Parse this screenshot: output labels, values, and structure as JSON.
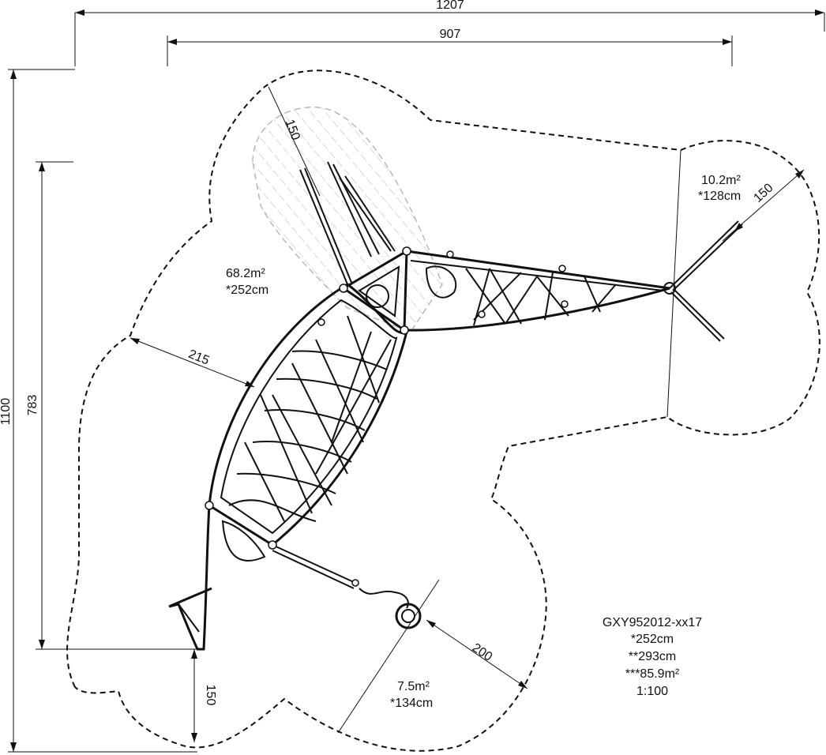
{
  "dimensions": {
    "overall_width": "1207",
    "inner_width": "907",
    "overall_height": "1100",
    "inner_height": "783",
    "left_bottom_clearance": "150",
    "top_clearance": "150",
    "right_clearance": "150",
    "left_clearance": "215",
    "bottom_clearance": "200"
  },
  "zones": {
    "main": {
      "area": "68.2m²",
      "height": "*252cm"
    },
    "right": {
      "area": "10.2m²",
      "height": "*128cm"
    },
    "bottom": {
      "area": "7.5m²",
      "height": "*134cm"
    }
  },
  "info": {
    "model": "GXY952012-xx17",
    "height1": "*252cm",
    "height2": "**293cm",
    "area_total": "***85.9m²",
    "scale": "1:100"
  }
}
